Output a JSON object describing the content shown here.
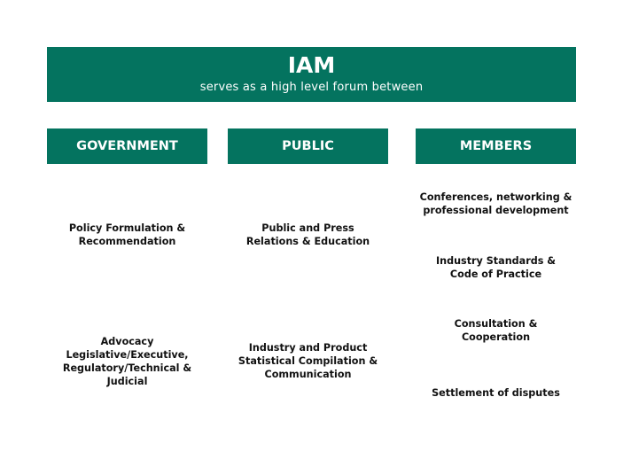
{
  "banner": {
    "title": "IAM",
    "subtitle": "serves as a high level forum between"
  },
  "columns": {
    "government": {
      "header": "GOVERNMENT",
      "items": [
        "Policy Formulation &\nRecommendation",
        "Advocacy\nLegislative/Executive,\nRegulatory/Technical &\nJudicial"
      ]
    },
    "public": {
      "header": "PUBLIC",
      "items": [
        "Public and Press\nRelations & Education",
        "Industry and Product\nStatistical Compilation &\nCommunication"
      ]
    },
    "members": {
      "header": "MEMBERS",
      "items": [
        "Conferences, networking &\nprofessional development",
        "Industry Standards &\nCode of Practice",
        "Consultation &\nCooperation",
        "Settlement of disputes"
      ]
    }
  },
  "colors": {
    "header_bg": "#04735f",
    "header_text": "#ffffff",
    "body_text": "#111111"
  }
}
